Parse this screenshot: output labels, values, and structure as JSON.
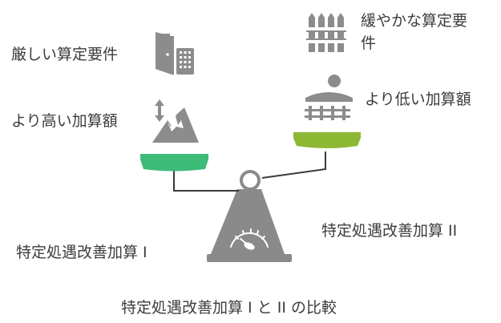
{
  "labels": {
    "left_top": "厳しい算定要件",
    "left_mid": "より高い加算額",
    "right_top_line1": "緩やかな算定要",
    "right_top_line2": "件",
    "right_mid": "より低い加算額",
    "left_bottom": "特定処遇改善加算 I",
    "right_bottom": "特定処遇改善加算 II",
    "caption": "特定処遇改善加算 I と II の比較"
  },
  "colors": {
    "left_pan": "#3dbb78",
    "right_pan": "#8cb833",
    "icon_gray": "#8c8c8c",
    "fulcrum": "#8a8a8a",
    "beam": "#3a3a3a"
  },
  "icons": {
    "left_top": "door-keypad-icon",
    "left_mid": "mountain-arrows-icon",
    "right_top": "fence-icon",
    "right_mid": "sun-fence-icon",
    "fulcrum": "gauge-icon"
  }
}
